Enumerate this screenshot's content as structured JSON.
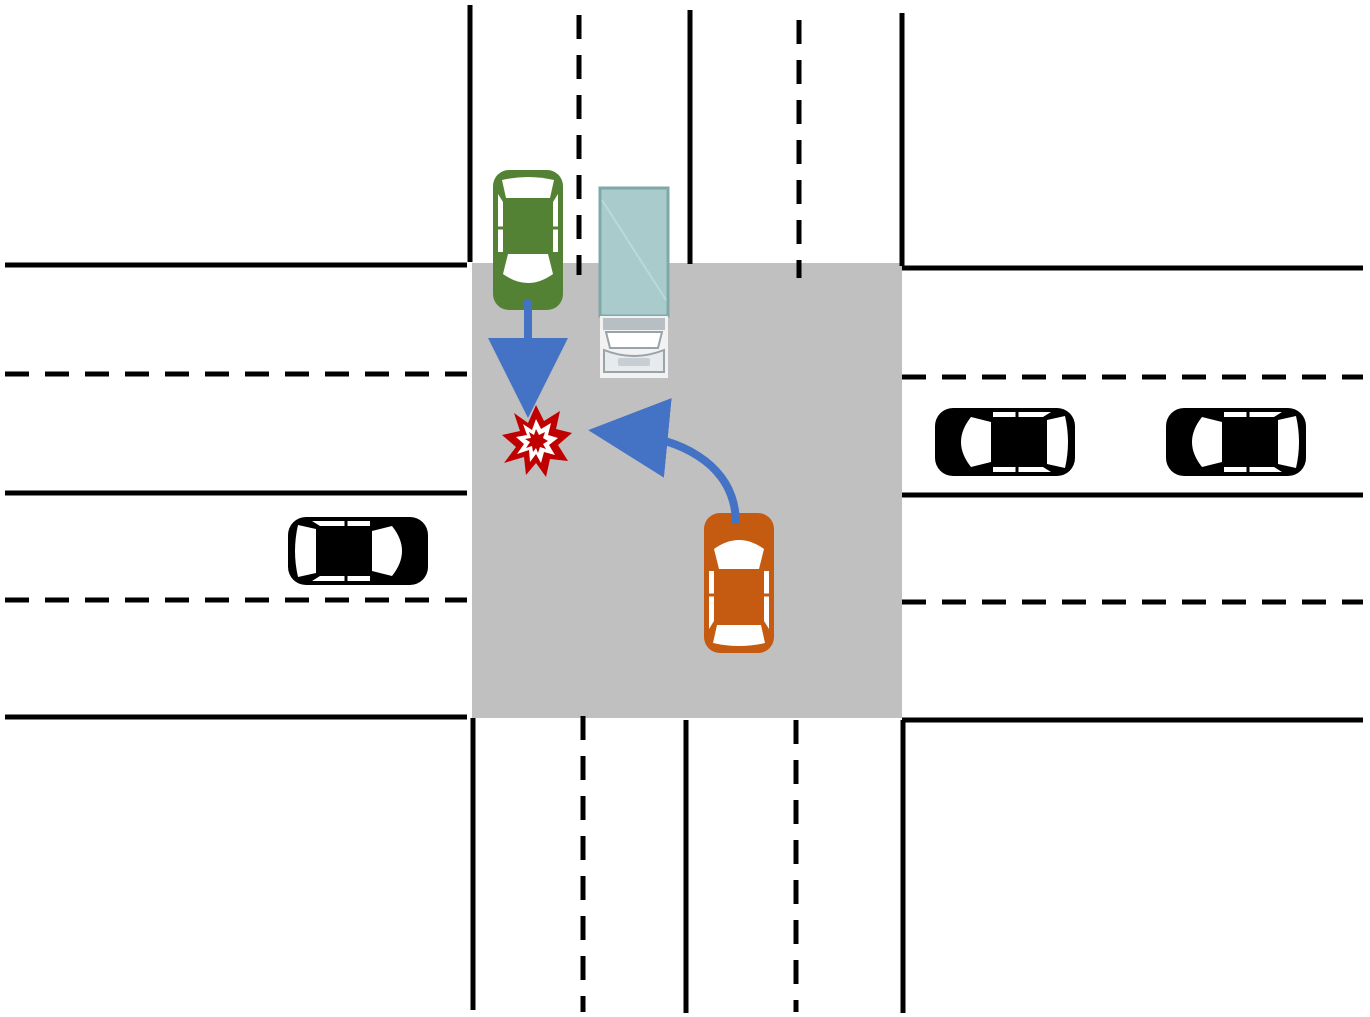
{
  "diagram": {
    "kind": "intersection-collision",
    "colors": {
      "background": "#ffffff",
      "road_line": "#000000",
      "intersection_fill": "#c0c0c0",
      "arrow": "#4472c4",
      "collision_fill": "#c00000",
      "collision_inner": "#ffffff"
    },
    "vehicles": [
      {
        "id": "green-car",
        "type": "car",
        "color": "#548235",
        "heading": "south",
        "role": "going-straight"
      },
      {
        "id": "truck",
        "type": "truck",
        "color": "#a9cbcc",
        "heading": "south",
        "role": "stopped"
      },
      {
        "id": "orange-car",
        "type": "car",
        "color": "#c55a11",
        "heading": "north",
        "role": "turning-left"
      },
      {
        "id": "black-car-west",
        "type": "car",
        "color": "#000000",
        "heading": "east",
        "role": "waiting"
      },
      {
        "id": "black-car-east-1",
        "type": "car",
        "color": "#000000",
        "heading": "west",
        "role": "waiting"
      },
      {
        "id": "black-car-east-2",
        "type": "car",
        "color": "#000000",
        "heading": "west",
        "role": "waiting"
      }
    ],
    "icons": [
      "collision-burst-icon",
      "straight-arrow-icon",
      "curved-arrow-icon"
    ]
  }
}
